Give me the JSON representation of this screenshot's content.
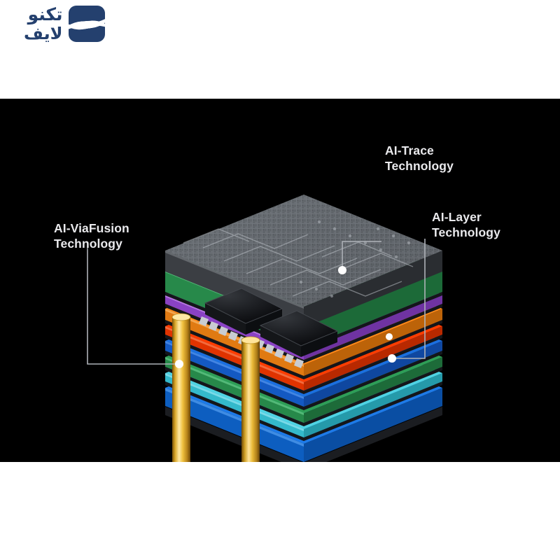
{
  "brand": {
    "name_line1": "تكنو",
    "name_line2": "لايف",
    "mark_icon": "techno-life-logo-icon",
    "color": "#24406e"
  },
  "illustration": {
    "background_color": "#000000",
    "title_subject": "3D stacked AI chip cutaway diagram",
    "callouts": [
      {
        "id": "ai-trace",
        "line1": "AI-Trace",
        "line2": "Technology",
        "anchor": "top-pcb-surface",
        "text_color": "#e9e9ec"
      },
      {
        "id": "ai-layer",
        "line1": "AI-Layer",
        "line2": "Technology",
        "anchor": "orange-dielectric-layer",
        "text_color": "#e9e9ec"
      },
      {
        "id": "ai-viafusion",
        "line1": "AI-ViaFusion",
        "line2": "Technology",
        "anchor": "gold-through-silicon-via",
        "text_color": "#e9e9ec"
      }
    ],
    "stack_layers": [
      {
        "name": "pcb-substrate-top",
        "color": "#4a4d52",
        "thickness": 30,
        "label": "PCB top with traces and ICs"
      },
      {
        "name": "layer-green-1",
        "color": "#2e9e56",
        "thickness": 34,
        "label": "green"
      },
      {
        "name": "layer-purple",
        "color": "#9b4fd8",
        "thickness": 15,
        "label": "purple"
      },
      {
        "name": "layer-orange",
        "color": "#ff8c1a",
        "thickness": 18,
        "label": "orange"
      },
      {
        "name": "layer-red",
        "color": "#ff3d00",
        "thickness": 13,
        "label": "red-orange"
      },
      {
        "name": "layer-blue-1",
        "color": "#1565d8",
        "thickness": 15,
        "label": "blue"
      },
      {
        "name": "layer-green-2",
        "color": "#2e9e56",
        "thickness": 15,
        "label": "green"
      },
      {
        "name": "layer-cyan",
        "color": "#3fc9d9",
        "thickness": 13,
        "label": "cyan"
      },
      {
        "name": "layer-blue-base",
        "color": "#0d6fd8",
        "thickness": 34,
        "label": "blue base"
      }
    ],
    "vias": [
      {
        "name": "via-left",
        "color": "#e8b93b"
      },
      {
        "name": "via-right",
        "color": "#e8b93b"
      }
    ],
    "top_components": [
      {
        "name": "ic-package-left",
        "color": "#17181b",
        "pin_color": "#c9ccd1",
        "pin_count": 5
      },
      {
        "name": "ic-package-right",
        "color": "#17181b",
        "pin_color": "#c9ccd1",
        "pin_count": 5
      }
    ]
  }
}
